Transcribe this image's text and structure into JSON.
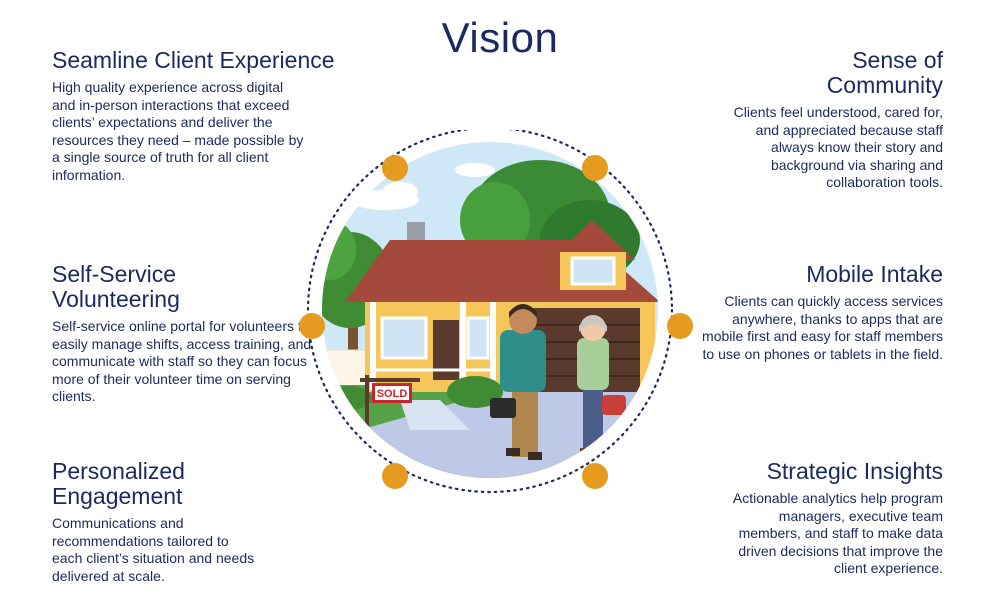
{
  "title": "Vision",
  "blocks": {
    "seamless": {
      "heading": "Seamline Client Experience",
      "body": "High quality experience across digital and in-person interactions that exceed clients’ expectations and deliver the resources they need – made possible by a single source of truth for all client information."
    },
    "self_service": {
      "heading": "Self-Service Volunteering",
      "body": "Self-service online portal for volunteers to easily manage shifts, access training, and communicate with staff so they can focus more of their volunteer time on serving clients."
    },
    "personalized": {
      "heading": "Personalized Engagement",
      "body": "Communications and recommendations tailored to each client’s situation and needs delivered at scale."
    },
    "community": {
      "heading": "Sense of Community",
      "body": "Clients feel understood, cared for, and appreciated because staff always know their story and background via sharing and collaboration tools."
    },
    "mobile": {
      "heading": "Mobile Intake",
      "body": "Clients can quickly access services anywhere, thanks to apps  that are mobile first and easy for staff members to use on phones or tablets in the field."
    },
    "insights": {
      "heading": "Strategic Insights",
      "body": "Actionable analytics help program managers, executive team members, and staff to make data driven decisions that improve the client experience."
    }
  },
  "sign": {
    "label": "SOLD"
  },
  "colors": {
    "navy": "#1b2a5e",
    "node": "#e59b20",
    "roof": "#a44a3c",
    "wall": "#f5c65a",
    "sky": "#cfe8f7"
  }
}
